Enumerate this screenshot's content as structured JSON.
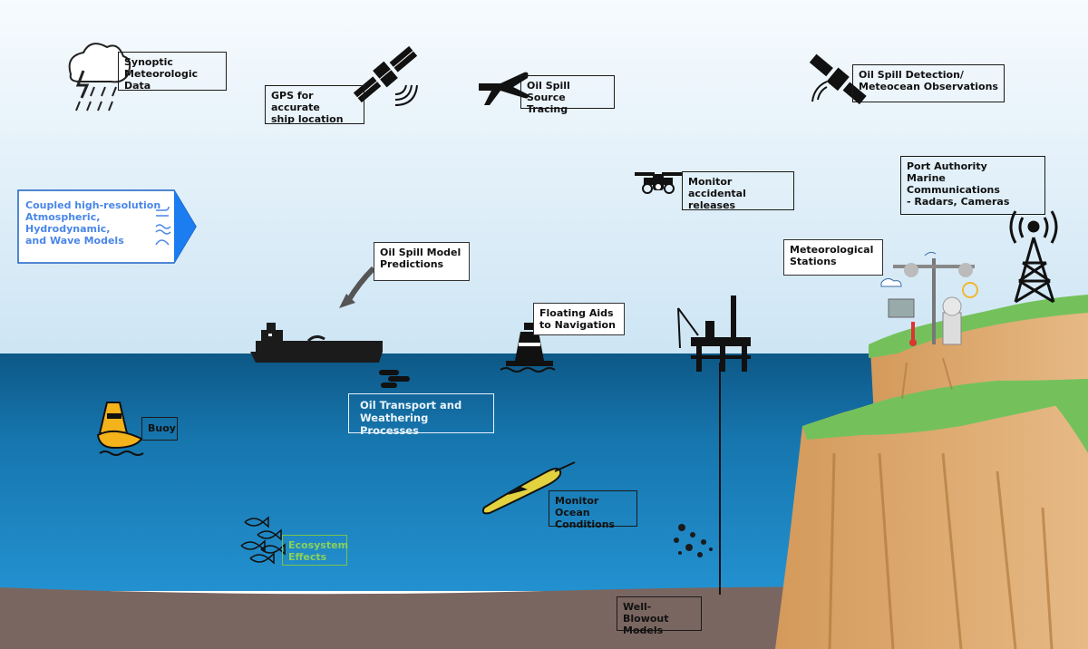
{
  "labels": {
    "synoptic": "Synoptic\nMeteorologic Data",
    "gps": "GPS for accurate\nship location",
    "oil_source": "Oil Spill Source\nTracing",
    "oil_detection": "Oil Spill Detection/\nMeteocean Observations",
    "coupled_models": "Coupled high-resolution\nAtmospheric,\nHydrodynamic,\nand Wave Models",
    "monitor_releases": "Monitor accidental\nreleases",
    "port_authority": "Port Authority\nMarine Communications\n- Radars, Cameras",
    "model_predictions": "Oil Spill Model\nPredictions",
    "met_stations": "Meteorological\nStations",
    "floating_aids": "Floating Aids\nto Navigation",
    "buoy": "Buoy",
    "oil_transport": "Oil Transport and\nWeathering Processes",
    "monitor_ocean": "Monitor Ocean\nConditions",
    "ecosystem": "Ecosystem\nEffects",
    "well_blowout": "Well-Blowout\nModels"
  },
  "icons": {
    "storm_cloud": "storm-cloud-icon",
    "satellite_gps": "satellite-icon",
    "airplane": "airplane-icon",
    "satellite_detection": "satellite-icon",
    "drone": "drone-icon",
    "radio_tower": "radio-tower-icon",
    "weather_station": "weather-station-icon",
    "tanker": "oil-tanker-icon",
    "navigation_aid": "navigation-buoy-icon",
    "oil_platform": "oil-platform-icon",
    "buoy": "buoy-icon",
    "glider": "ocean-glider-icon",
    "fish": "fish-school-icon",
    "oil_droplets": "oil-droplets-icon"
  },
  "colors": {
    "sky_top": "#f5fafd",
    "sky_bottom": "#cfe6f4",
    "sea_top": "#0f5f8e",
    "sea_bottom": "#1f8ccd",
    "seabed": "#7a6660",
    "grass": "#74c15c",
    "cliff": "#d9a46a",
    "callout_text": "#4a86e8",
    "eco_text": "#8bd159"
  }
}
